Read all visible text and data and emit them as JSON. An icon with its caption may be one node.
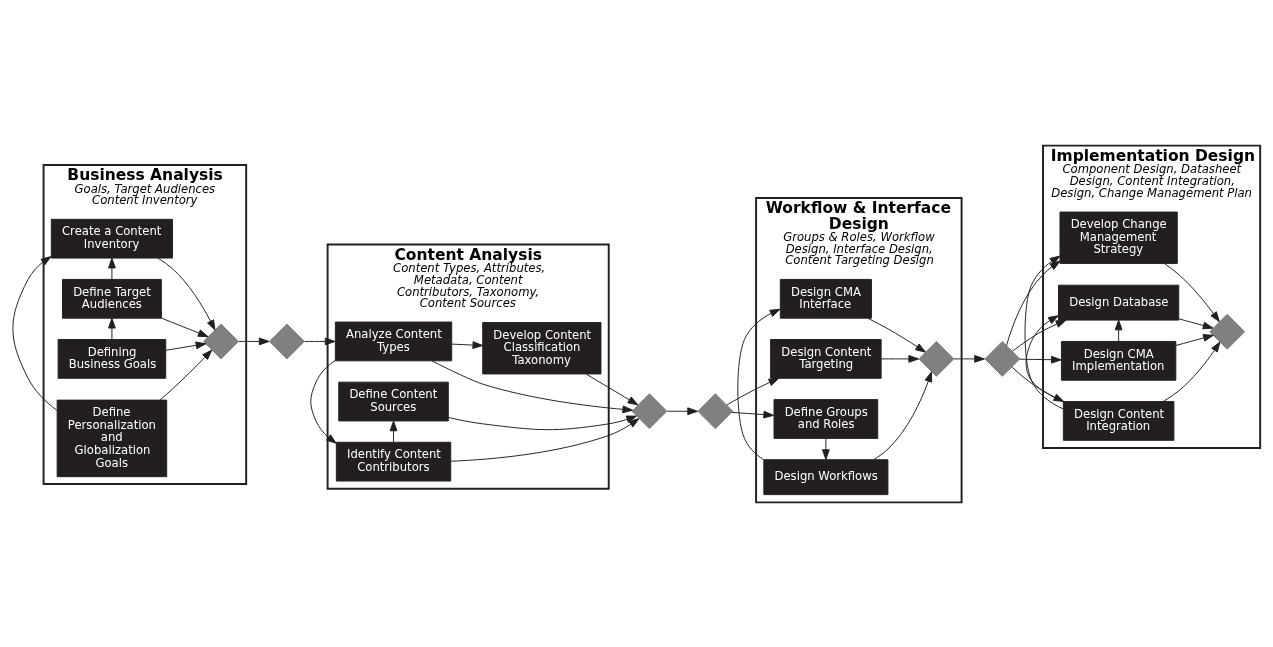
{
  "diagram": {
    "nodes": [
      {
        "text": [
          "Business Analysis",
          "Goals, Target Audiences Content Inventory"
        ]
      },
      {
        "text": [
          "Defining Business Goals"
        ],
        "in": 0
      },
      {
        "text": [
          "Define Target Audiences"
        ],
        "in": 0
      },
      {
        "text": [
          "Create a Content Inventory"
        ],
        "in": 0
      },
      {
        "text": [
          "Define Personalization and Globalization Goals"
        ],
        "in": 0
      },
      {
        "text": [],
        "shape": "diamond",
        "in": 0
      },
      {
        "text": [],
        "shape": "diamond"
      },
      {
        "text": [
          "Content Analysis",
          "Content Types, Attributes, Metadata, Content Contributors, Taxonomy, Content Sources"
        ]
      },
      {
        "text": [
          "Develop Content Classification Taxonomy"
        ],
        "in": 7
      },
      {
        "text": [
          "Analyze Content Types"
        ],
        "in": 7
      },
      {
        "text": [
          "Identify Content Contributors"
        ],
        "in": 7
      },
      {
        "text": [
          "Define Content Sources"
        ],
        "in": 7
      },
      {
        "text": [],
        "shape": "diamond"
      },
      {
        "text": [],
        "shape": "diamond"
      },
      {
        "text": [
          "Workflow & Interface Design",
          "Groups & Roles, Workflow Design, Interface Design, Content Targeting Design"
        ]
      },
      {
        "text": [
          "Define Groups and Roles"
        ],
        "in": 14
      },
      {
        "text": [
          "Design Workflows"
        ],
        "in": 14
      },
      {
        "text": [
          "Design CMA Interface"
        ],
        "in": 14
      },
      {
        "text": [
          "Design Content Targeting"
        ],
        "in": 14
      },
      {
        "text": [],
        "shape": "diamond",
        "in": 14
      },
      {
        "text": [],
        "shape": "diamond"
      },
      {
        "text": [
          "Implementation Design",
          "Component Design, Datasheet Design, Content Integration, Design, Change Management Plan"
        ]
      },
      {
        "text": [
          "Design CMA Implementation"
        ],
        "in": 21
      },
      {
        "text": [
          "Design Database"
        ],
        "in": 21
      },
      {
        "text": [
          "Design Content Integration"
        ],
        "in": 21
      },
      {
        "text": [
          "Develop Change Management Strategy"
        ],
        "in": 21
      },
      {
        "text": [],
        "shape": "diamond",
        "in": 21
      }
    ],
    "edges": [
      {
        "from": 1,
        "to": 2,
        "arrow": "to"
      },
      {
        "from": 2,
        "to": 3,
        "arrow": "to"
      },
      {
        "from": 4,
        "to": 3,
        "arrow": "to"
      },
      {
        "from": 1,
        "to": 5,
        "arrow": "to"
      },
      {
        "from": 2,
        "to": 5,
        "arrow": "to"
      },
      {
        "from": 3,
        "to": 5,
        "arrow": "to"
      },
      {
        "from": 4,
        "to": 5,
        "arrow": "to"
      },
      {
        "from": 5,
        "to": 6,
        "arrow": "to"
      },
      {
        "from": 6,
        "to": 9,
        "arrow": "to"
      },
      {
        "from": 9,
        "to": 8,
        "arrow": "to"
      },
      {
        "from": 9,
        "to": 10,
        "arrow": "to"
      },
      {
        "from": 10,
        "to": 11,
        "arrow": "to"
      },
      {
        "from": 8,
        "to": 12,
        "arrow": "to"
      },
      {
        "from": 9,
        "to": 12,
        "arrow": "to"
      },
      {
        "from": 10,
        "to": 12,
        "arrow": "to"
      },
      {
        "from": 11,
        "to": 12,
        "arrow": "to"
      },
      {
        "from": 12,
        "to": 13,
        "arrow": "to"
      },
      {
        "from": 13,
        "to": 15,
        "arrow": "to"
      },
      {
        "from": 13,
        "to": 18,
        "arrow": "to"
      },
      {
        "from": 15,
        "to": 16,
        "arrow": "to"
      },
      {
        "from": 16,
        "to": 17,
        "arrow": "to"
      },
      {
        "from": 16,
        "to": 19,
        "arrow": "to"
      },
      {
        "from": 17,
        "to": 19,
        "arrow": "to"
      },
      {
        "from": 18,
        "to": 19,
        "arrow": "to"
      },
      {
        "from": 19,
        "to": 20,
        "arrow": "to"
      },
      {
        "from": 20,
        "to": 22,
        "arrow": "to"
      },
      {
        "from": 20,
        "to": 23,
        "arrow": "to"
      },
      {
        "from": 20,
        "to": 24,
        "arrow": "to"
      },
      {
        "from": 20,
        "to": 25,
        "arrow": "to"
      },
      {
        "from": 22,
        "to": 23,
        "arrow": "to"
      },
      {
        "from": 24,
        "to": 23,
        "arrow": "to"
      },
      {
        "from": 24,
        "to": 25,
        "arrow": "to"
      },
      {
        "from": 22,
        "to": 26,
        "arrow": "to"
      },
      {
        "from": 23,
        "to": 26,
        "arrow": "to"
      },
      {
        "from": 24,
        "to": 26,
        "arrow": "to"
      },
      {
        "from": 25,
        "to": 26,
        "arrow": "to"
      }
    ]
  }
}
